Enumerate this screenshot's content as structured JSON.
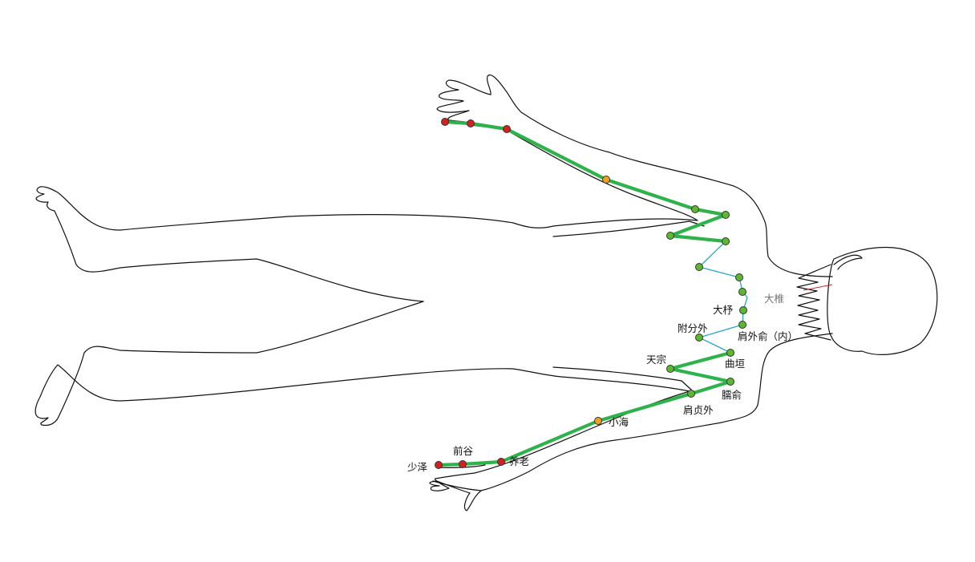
{
  "colors": {
    "meridian_main": "#2db34a",
    "meridian_connector": "#2aa6c9",
    "point_red": "#d42020",
    "point_orange": "#f0a020",
    "point_green": "#5cb82f",
    "point_stroke": "#333333",
    "label_dark": "#111111",
    "label_grey": "#777777",
    "body_outline": "#111111",
    "hair_mark": "#cc2222"
  },
  "labels": {
    "dazhui": "大椎",
    "dazhu": "大杼",
    "fufenwai": "附分外",
    "jianwaishu_nei": "肩外俞（内）",
    "tianzong": "天宗",
    "quyuan": "曲垣",
    "naoshu": "臑俞",
    "jianzhenwai": "肩贞外",
    "xiaohai": "小海",
    "yanglao": "养老",
    "qiangu": "前谷",
    "shaoze": "少泽"
  },
  "point_colors": {
    "upper_arm": [
      "red",
      "red",
      "red",
      "orange",
      "green",
      "green"
    ],
    "upper_scapula": [
      "green",
      "green"
    ],
    "spine": [
      "green",
      "green",
      "green",
      "green",
      "green"
    ],
    "lower_scapula": [
      "green",
      "green",
      "green",
      "green"
    ],
    "lower_arm": [
      "green",
      "orange",
      "red",
      "red",
      "red"
    ]
  }
}
